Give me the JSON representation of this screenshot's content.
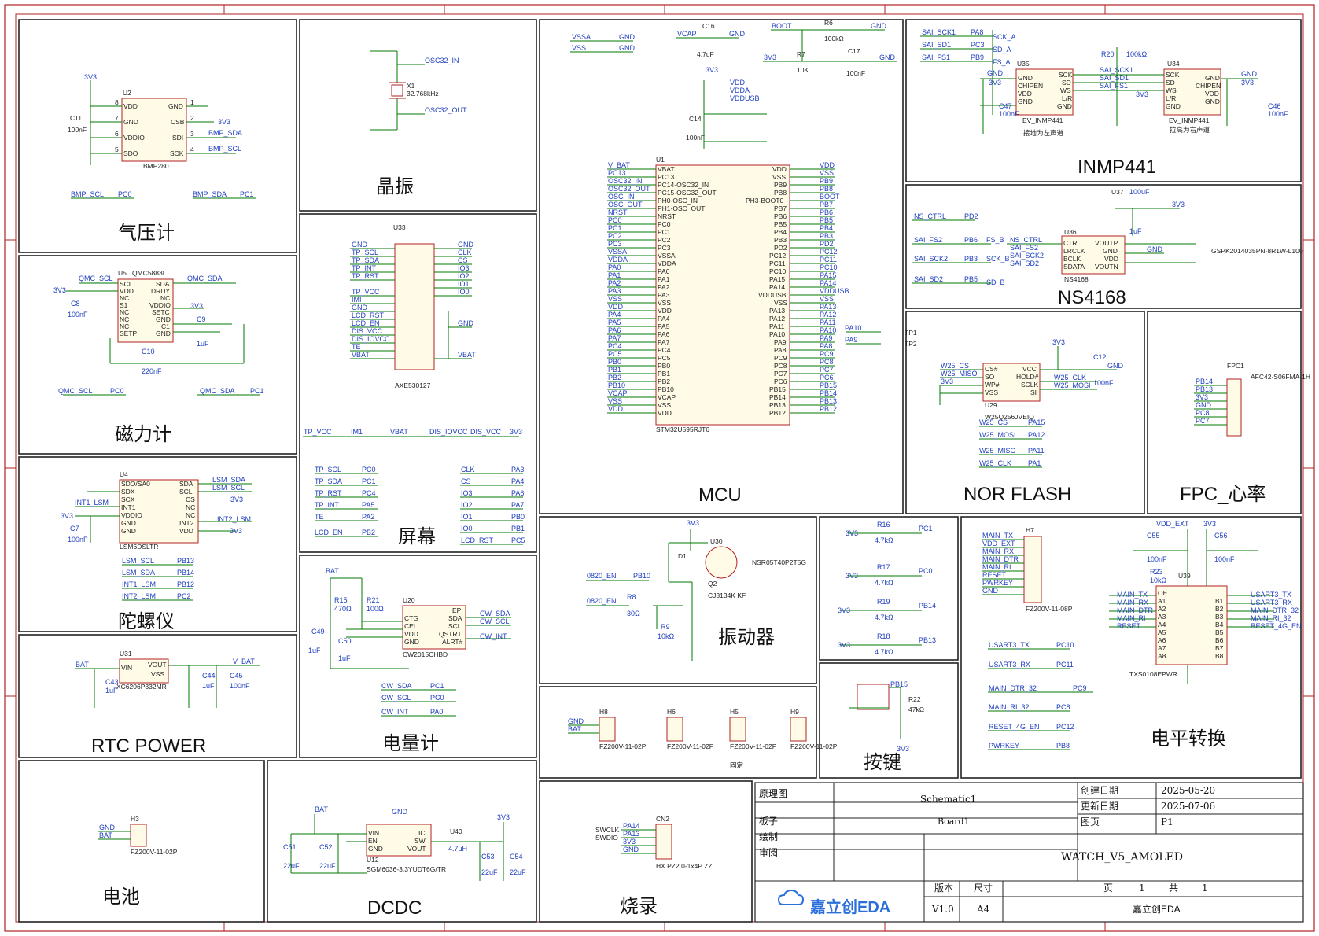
{
  "modules": {
    "pressure": "气压计",
    "crystal": "晶振",
    "mcu": "MCU",
    "inmp": "INMP441",
    "ns4168": "NS4168",
    "magnet": "磁力计",
    "screen": "屏幕",
    "norflash": "NOR FLASH",
    "fpc": "FPC_心率",
    "gyro": "陀螺仪",
    "vibrator": "振动器",
    "level": "电平转换",
    "fuel": "电量计",
    "rtc": "RTC POWER",
    "keys": "按键",
    "battery": "电池",
    "dcdc": "DCDC",
    "burn": "烧录"
  },
  "parts": {
    "u2": "U2",
    "bmp280": "BMP280",
    "u5": "U5",
    "qmc5883l": "QMC5883L",
    "u4": "U4",
    "lsm6dsltr": "LSM6DSLTR",
    "u1": "U1",
    "stm32": "STM32U595RJT6",
    "u33": "U33",
    "axe": "AXE530127",
    "u35": "U35",
    "u34": "U34",
    "ev1": "EV_INMP441",
    "ev2": "EV_INMP441",
    "left_ch": "接地为左声道",
    "right_ch": "拉高为右声道",
    "u36": "U36",
    "ns4168": "NS4168",
    "u37": "U37",
    "gspk": "GSPK2014035PN-8R1W-L100",
    "u29": "U29",
    "w25q": "W25Q256JVEIQ",
    "fpc1": "FPC1",
    "afc": "AFC42-S06FMA-1H",
    "u20": "U20",
    "cw2015": "CW2015CHBD",
    "u31": "U31",
    "xc6206": "XC6206P332MR",
    "u30": "U30",
    "nsr": "NSR05T40P2T5G",
    "q2": "Q2",
    "cj3134": "CJ3134K KF",
    "d1": "D1",
    "h7": "H7",
    "fz8": "FZ200V-11-08P",
    "u39": "U39",
    "txs": "TXS0108EPWR",
    "h8": "H8",
    "h6": "H6",
    "h5": "H5",
    "h9": "H9",
    "fz2": "FZ200V-11-02P",
    "fixed": "固定",
    "h3": "H3",
    "u12": "U12",
    "sgm": "SGM6036-3.3YUDT6G/TR",
    "u40": "U40",
    "cn2": "CN2",
    "hx": "HX PZ2.0-1x4P ZZ",
    "x1": "X1",
    "x1v": "32.768kHz"
  },
  "pressure_box": {
    "pins_l": [
      "VDD",
      "GND",
      "VDDIO",
      "SDO"
    ],
    "pins_r": [
      "GND",
      "CSB",
      "SDI",
      "SCK"
    ],
    "nums_l": [
      "8",
      "7",
      "6",
      "5"
    ],
    "nums_r": [
      "1",
      "2",
      "3",
      "4"
    ],
    "nets_r": [
      "",
      "3V3",
      "BMP_SDA",
      "BMP_SCL"
    ],
    "pwr": "3V3",
    "c": "C11",
    "cv": "100nF",
    "alias1": "BMP_SCL",
    "alias1t": "PC0",
    "alias2": "BMP_SDA",
    "alias2t": "PC1"
  },
  "titleblock": {
    "schematic_l": "原理图",
    "schematic_v": "Schematic1",
    "board_l": "板子",
    "board_v": "Board1",
    "draw_l": "绘制",
    "review_l": "审阅",
    "created_l": "创建日期",
    "created_v": "2025-05-20",
    "updated_l": "更新日期",
    "updated_v": "2025-07-06",
    "sheet_l": "图页",
    "sheet_v": "P1",
    "project": "WATCH_V5_AMOLED",
    "version_l": "版本",
    "version_v": "V1.0",
    "size_l": "尺寸",
    "size_v": "A4",
    "page_l": "页",
    "page_v": "1",
    "total_l": "共",
    "total_v": "1",
    "company": "嘉立创EDA",
    "logo": "嘉立创EDA"
  },
  "colors": {
    "frame": "#b22222",
    "wire": "#007a00",
    "net": "#1f3fbf",
    "part": "#b22222"
  }
}
